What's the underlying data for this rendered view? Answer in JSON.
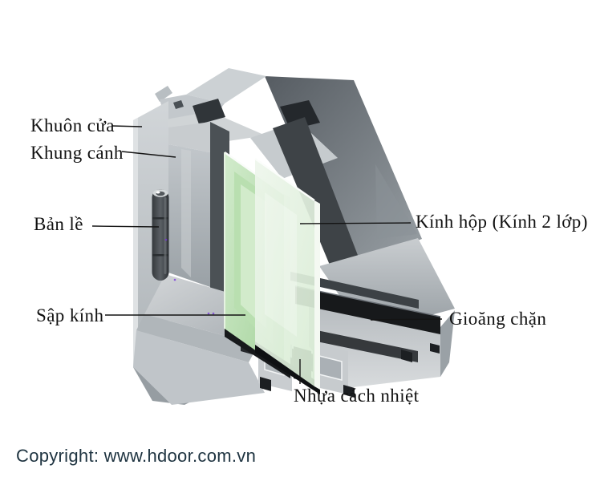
{
  "labels": {
    "khuon_cua": "Khuôn cửa",
    "khung_canh": "Khung cánh",
    "ban_le": "Bản lề",
    "sap_kinh": "Sập kính",
    "kinh_hop": "Kính hộp (Kính 2 lớp)",
    "gioang_chan": "Gioăng chặn",
    "nhua_cach_nhiet": "Nhựa cách nhiệt"
  },
  "copyright": {
    "text": "Copyright: www.hdoor.com.vn"
  },
  "palette": {
    "text": "#111111",
    "copyright": "#1e3340",
    "gasket_black": "#17191b",
    "shadow_dark": "#4b5155",
    "hinge_dark": "#3c4043",
    "aluminum_light": "#ced2d5",
    "aluminum_mid": "#aab0b5",
    "aluminum_dark": "#6a7176",
    "glass_green": "#bfe2b6",
    "glass_pale": "#e6f3e2",
    "leader_line": "#141414"
  }
}
